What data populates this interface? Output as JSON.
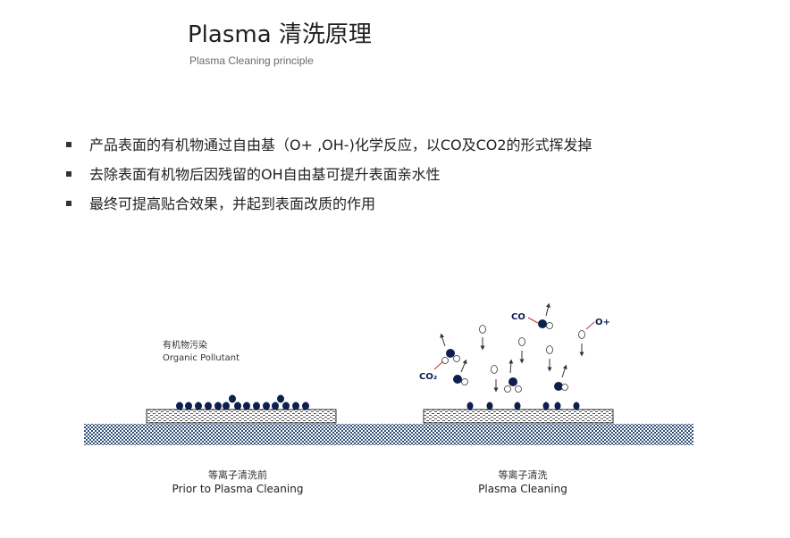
{
  "header": {
    "title": "Plasma 清洗原理",
    "subtitle": "Plasma Cleaning principle"
  },
  "bullets": [
    "产品表面的有机物通过自由基（O+ ,OH-)化学反应，以CO及CO2的形式挥发掉",
    "去除表面有机物后因残留的OH自由基可提升表面亲水性",
    "最终可提高贴合效果，并起到表面改质的作用"
  ],
  "diagram": {
    "pollutant_label_cn": "有机物污染",
    "pollutant_label_en": "Organic Pollutant",
    "before_caption_cn": "等离子清洗前",
    "before_caption_en": "Prior to Plasma Cleaning",
    "after_caption_cn": "等离子清洗",
    "after_caption_en": "Plasma Cleaning",
    "label_co": "CO",
    "label_co2": "CO₂",
    "label_oplus": "O+",
    "colors": {
      "molecule": "#0d1f4f",
      "substrate": "#2f4f78",
      "line": "#333333"
    }
  }
}
